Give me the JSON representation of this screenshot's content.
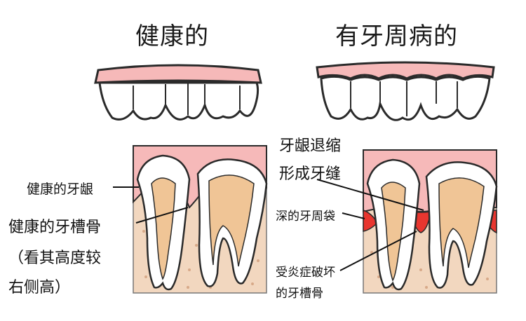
{
  "titles": {
    "healthy": "健康的",
    "periodontal": "有牙周病的"
  },
  "labels": {
    "healthy_gum": "健康的牙龈",
    "healthy_bone": "健康的牙槽骨",
    "bone_note_line1": "（看其高度较",
    "bone_note_line2": "右侧高）",
    "recession_line1": "牙龈退缩",
    "recession_line2": "形成牙缝",
    "deep_pocket": "深的牙周袋",
    "damaged_bone_line1": "受炎症破坏",
    "damaged_bone_line2": "的牙槽骨"
  },
  "colors": {
    "gum": "#f6b9b9",
    "gum_dark": "#e84a4a",
    "inflamed": "#e8362f",
    "bone": "#f2d7bf",
    "pulp": "#f0c596",
    "outline": "#2a2a2a"
  }
}
